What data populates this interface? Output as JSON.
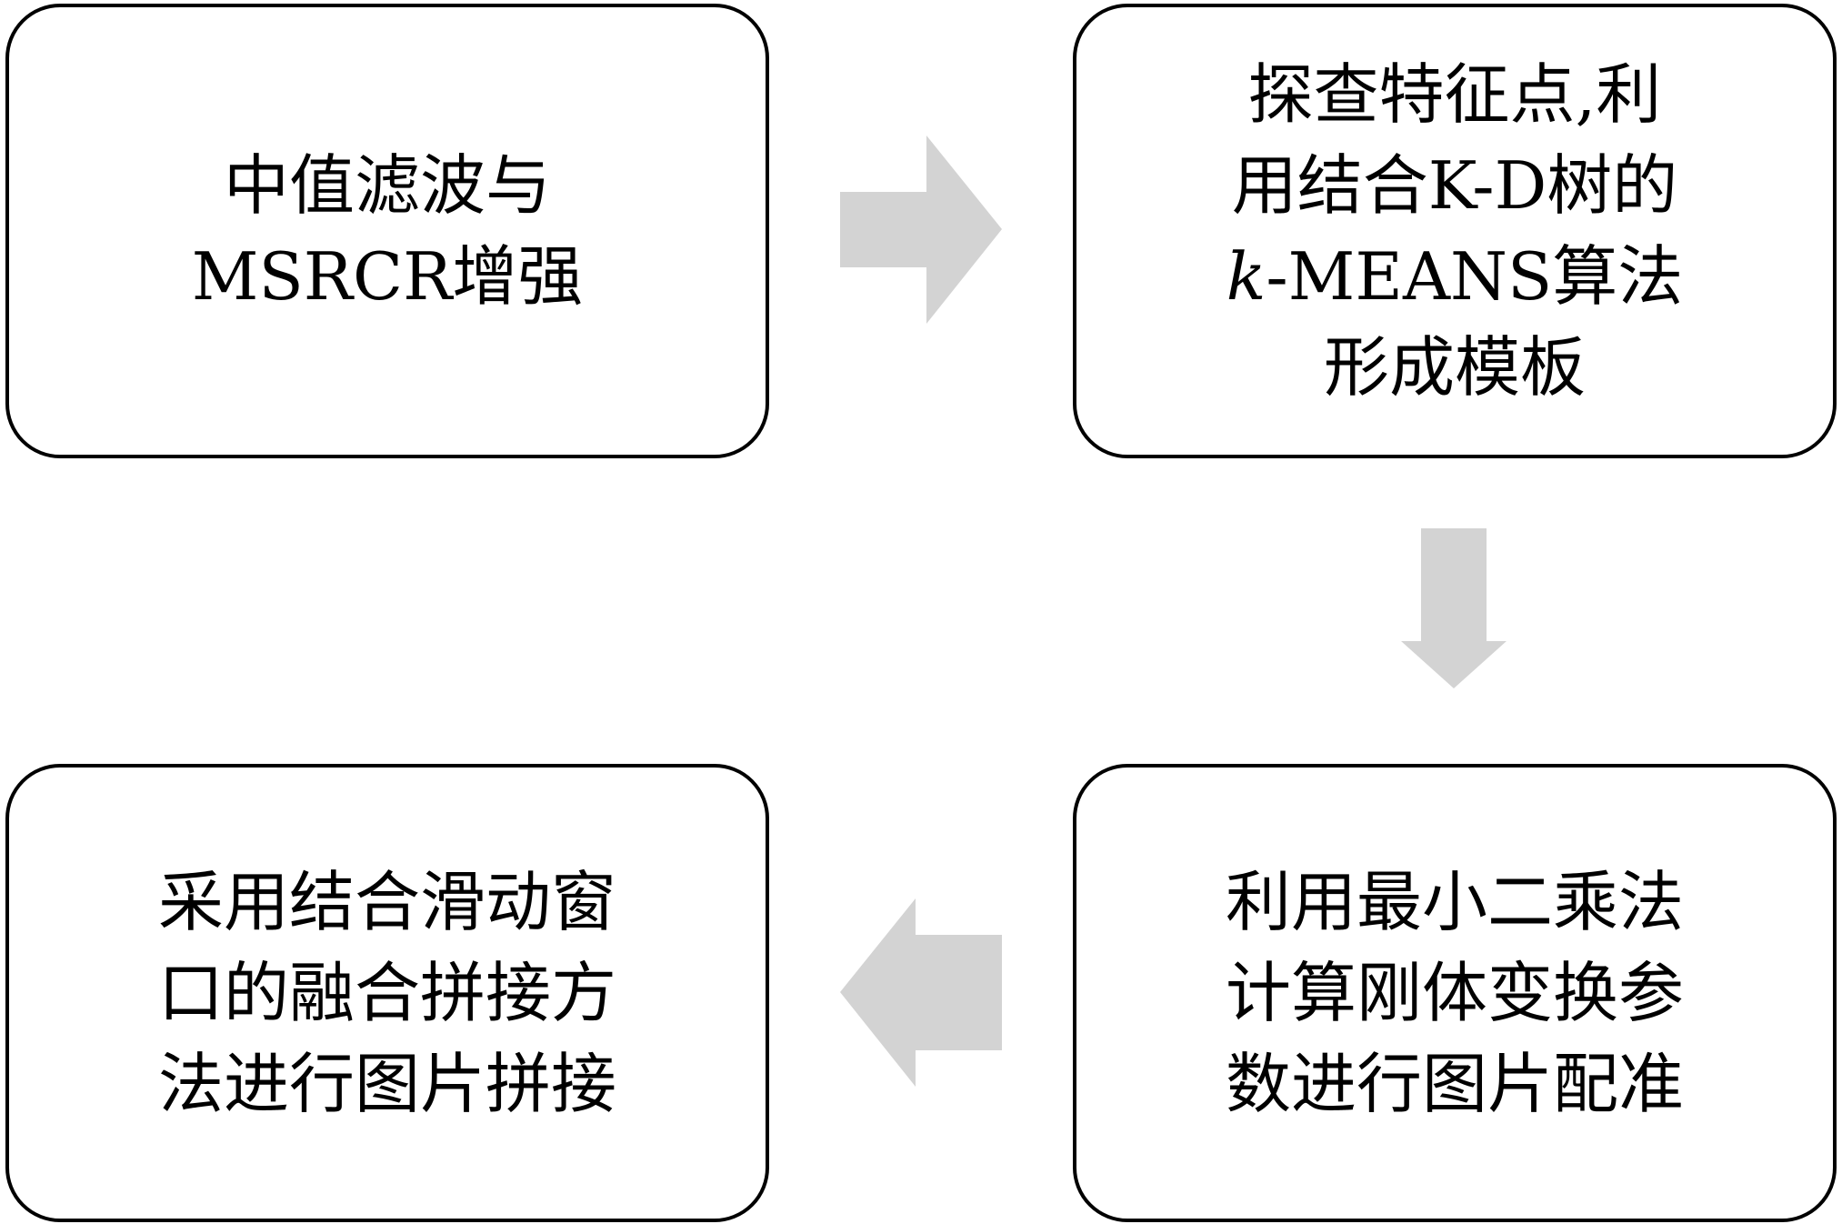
{
  "steps": [
    {
      "lines": [
        "中值滤波与",
        "MSRCR增强"
      ]
    },
    {
      "lines": [
        "探查特征点,利",
        "用结合K-D树的",
        "-MEANS算法",
        "形成模板"
      ],
      "italic_prefix": "k"
    },
    {
      "lines": [
        "利用最小二乘法",
        "计算刚体变换参",
        "数进行图片配准"
      ]
    },
    {
      "lines": [
        "采用结合滑动窗",
        "口的融合拼接方",
        "法进行图片拼接"
      ]
    }
  ],
  "colors": {
    "arrow": "#d3d3d3",
    "border": "#000000"
  }
}
